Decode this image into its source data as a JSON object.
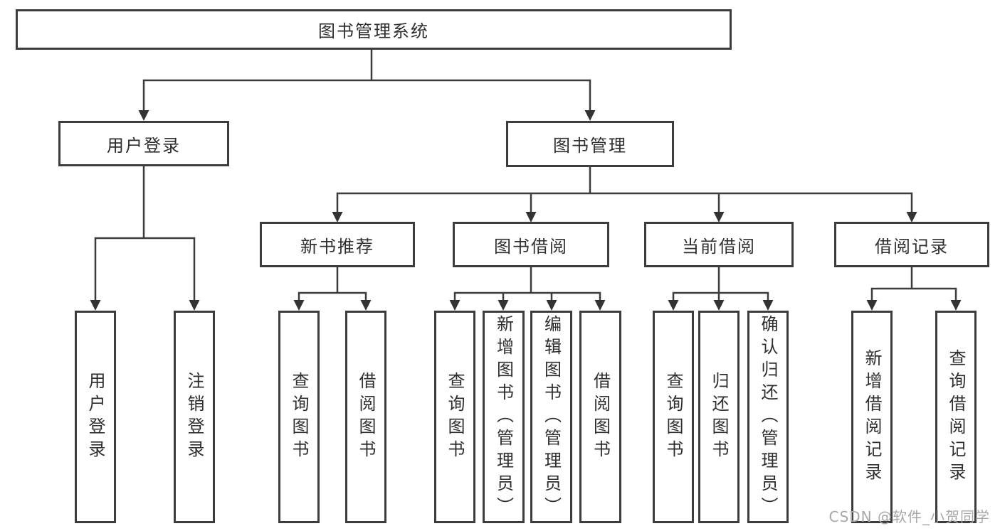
{
  "diagram": {
    "root": {
      "label": "图书管理系统"
    },
    "level2": {
      "user_login": {
        "label": "用户登录"
      },
      "book_management": {
        "label": "图书管理"
      }
    },
    "level3": {
      "new_book_recommend": {
        "label": "新书推荐"
      },
      "book_borrowing": {
        "label": "图书借阅"
      },
      "current_borrowing": {
        "label": "当前借阅"
      },
      "borrowing_records": {
        "label": "借阅记录"
      }
    },
    "leaves": {
      "user_login": [
        "用户登录",
        "注销登录"
      ],
      "new_book_recommend": [
        "查询图书",
        "借阅图书"
      ],
      "book_borrowing": [
        "查询图书",
        "新增图书（管理员）",
        "编辑图书（管理员）",
        "借阅图书"
      ],
      "current_borrowing": [
        "查询图书",
        "归还图书",
        "确认归还（管理员）"
      ],
      "borrowing_records": [
        "新增借阅记录",
        "查询借阅记录"
      ]
    }
  },
  "watermark": "CSDN @软件_小贺同学",
  "colors": {
    "line": "#3c3c3c",
    "border": "#3c3c3c",
    "text": "#2e2e2e",
    "watermark": "#a8a8a8",
    "background": "#ffffff"
  }
}
